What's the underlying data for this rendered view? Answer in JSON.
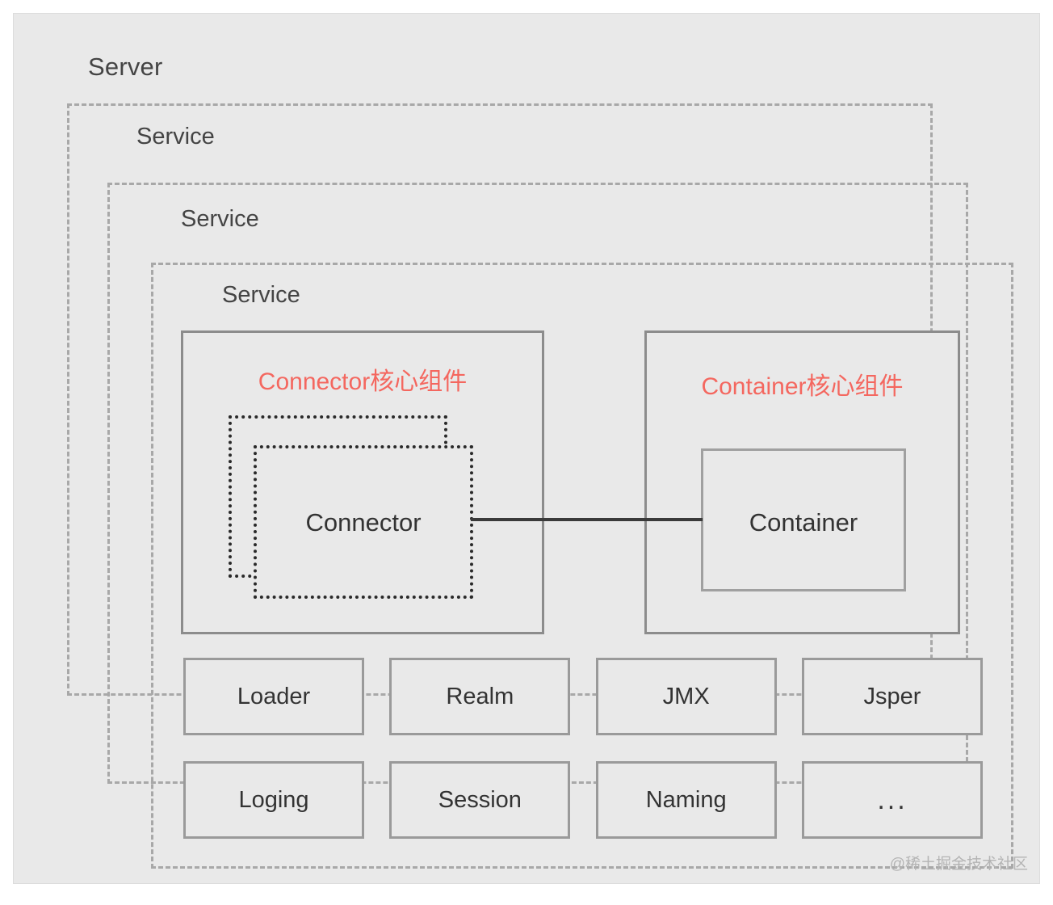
{
  "diagram": {
    "title": "Server",
    "background_color": "#e9e9e9",
    "accent_color": "#f4675f",
    "border_color": "#8c8c8c",
    "server": {
      "label": "Server"
    },
    "services": [
      {
        "label": "Service"
      },
      {
        "label": "Service"
      },
      {
        "label": "Service"
      }
    ],
    "core_components": {
      "connector": {
        "heading": "Connector核心组件",
        "node_label": "Connector"
      },
      "container": {
        "heading": "Container核心组件",
        "node_label": "Container"
      }
    },
    "support_components": {
      "row_1": [
        {
          "label": "Loader"
        },
        {
          "label": "Realm"
        },
        {
          "label": "JMX"
        },
        {
          "label": "Jsper"
        }
      ],
      "row_2": [
        {
          "label": "Loging"
        },
        {
          "label": "Session"
        },
        {
          "label": "Naming"
        },
        {
          "label": "..."
        }
      ]
    },
    "watermark": "@稀土掘金技术社区"
  }
}
